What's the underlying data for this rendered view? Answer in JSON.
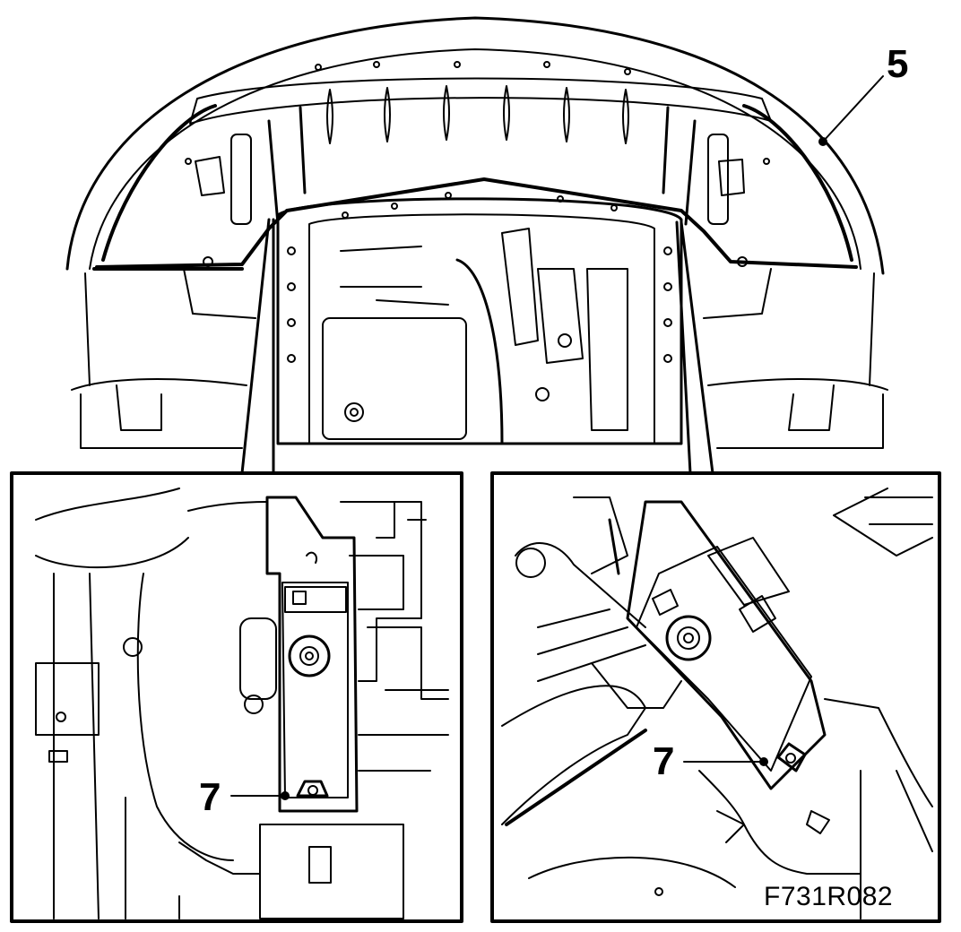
{
  "diagram": {
    "callouts": {
      "part_5": "5",
      "part_7_left": "7",
      "part_7_right": "7"
    },
    "figure_code": "F731R082"
  },
  "colors": {
    "ink": "#000000",
    "paper": "#ffffff"
  }
}
